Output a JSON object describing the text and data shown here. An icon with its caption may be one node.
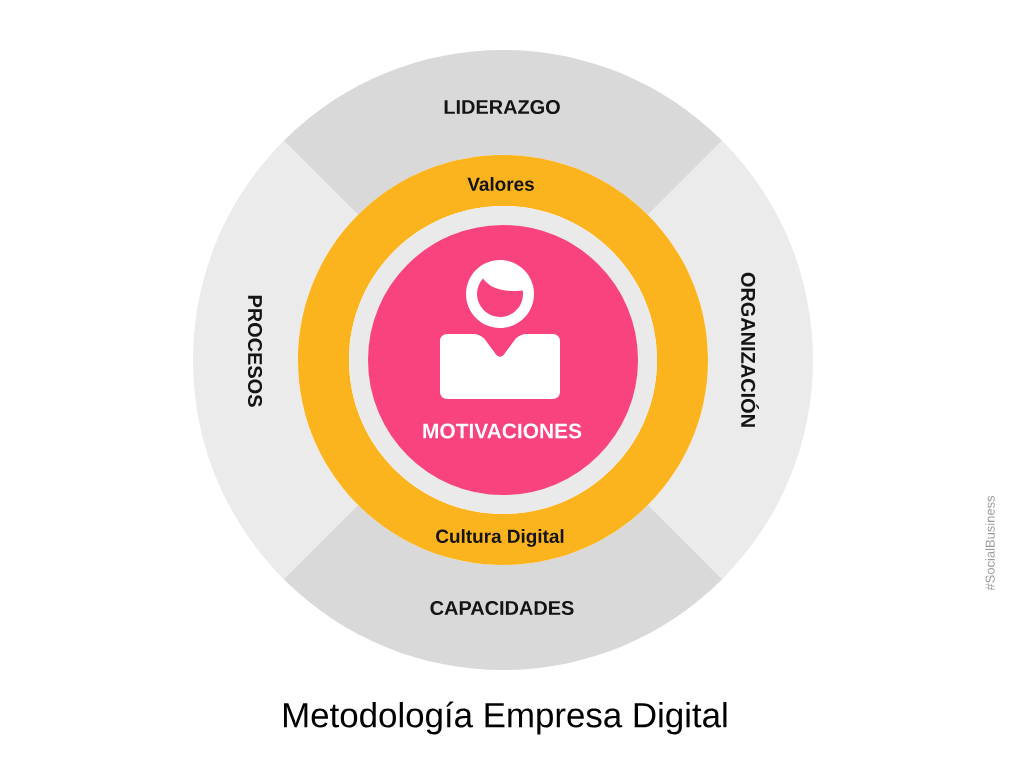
{
  "diagram": {
    "caption": "Metodología Empresa Digital",
    "nodes": [
      {
        "text": [
          "LIDERAZGO"
        ]
      },
      {
        "text": [
          "PROCESOS"
        ]
      },
      {
        "text": [
          "ORGANIZACIÓN"
        ]
      },
      {
        "text": [
          "CAPACIDADES"
        ]
      },
      {
        "text": [
          "Valores",
          "Cultura Digital"
        ]
      },
      {
        "text": [
          "MOTIVACIONES"
        ],
        "in": 4
      }
    ],
    "labels": [
      "#SocialBusiness"
    ]
  }
}
